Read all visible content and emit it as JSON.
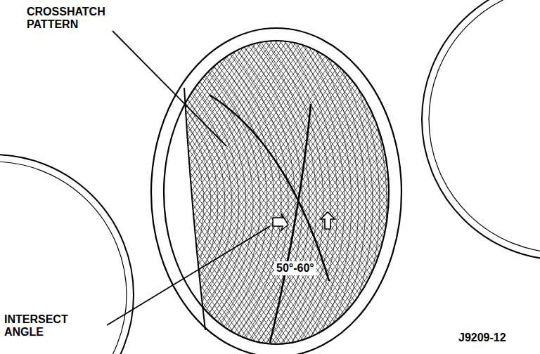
{
  "diagram": {
    "labels": [
      "CROSSHATCH PATTERN",
      "INTERSECT ANGLE",
      "50°-60°",
      "J9209-12"
    ]
  }
}
